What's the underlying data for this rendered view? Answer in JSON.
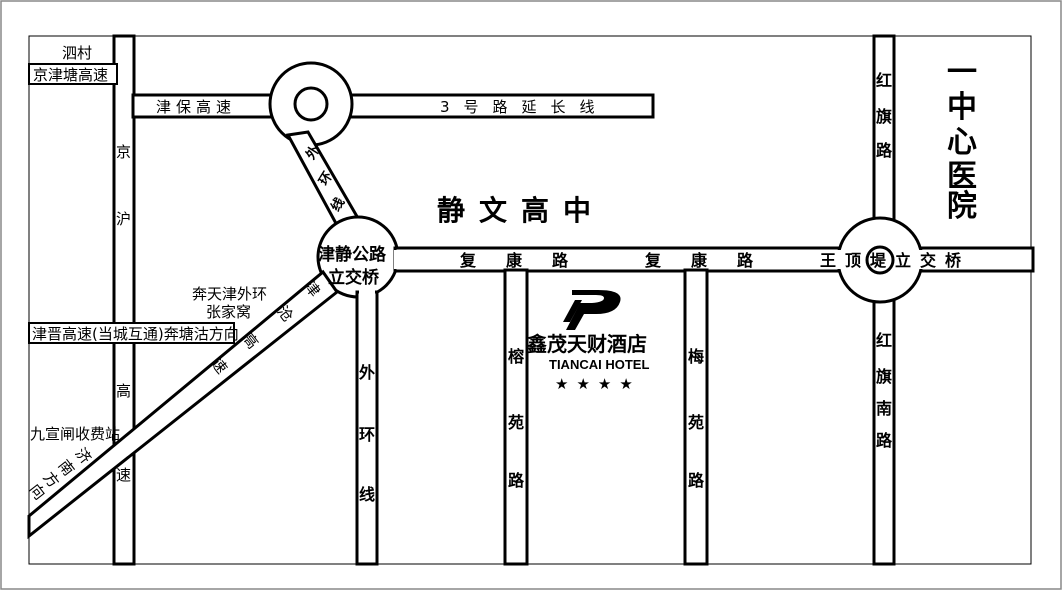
{
  "map": {
    "roads": {
      "jinghu": "京沪",
      "gao": "高",
      "su": "速",
      "jinbao": "津保高速",
      "road3": "3号路延长线",
      "fukang1": "复康路",
      "fukang2": "复康路",
      "wangdingdi": "王顶堤立交桥",
      "waihuan_upper": "外环线",
      "waihuan_lower": "外环线",
      "rongyuan": "榕苑路",
      "meiyuan": "梅苑路",
      "hongqi": "红旗路",
      "hongqi_south": "红旗南路",
      "jincang": "津沧高速"
    },
    "interchanges": {
      "jinjing_line1": "津静公路",
      "jinjing_line2": "立交桥"
    },
    "places": {
      "sicun": "泗村",
      "jingjintang": "京津塘高速",
      "jinjin": "津晋高速(当城互通)奔塘沽方向",
      "bentianjin": "奔天津外环",
      "zhangjiawo": "张家窝",
      "jiuxuanzha": "九宣闸收费站",
      "jinan_dir": "济南方向",
      "jingwen": "静文高中",
      "yizhongxin": "一中心医院"
    },
    "hotel": {
      "name_cn": "鑫茂天财酒店",
      "name_en": "TIANCAI HOTEL",
      "stars": "★★★★"
    }
  }
}
